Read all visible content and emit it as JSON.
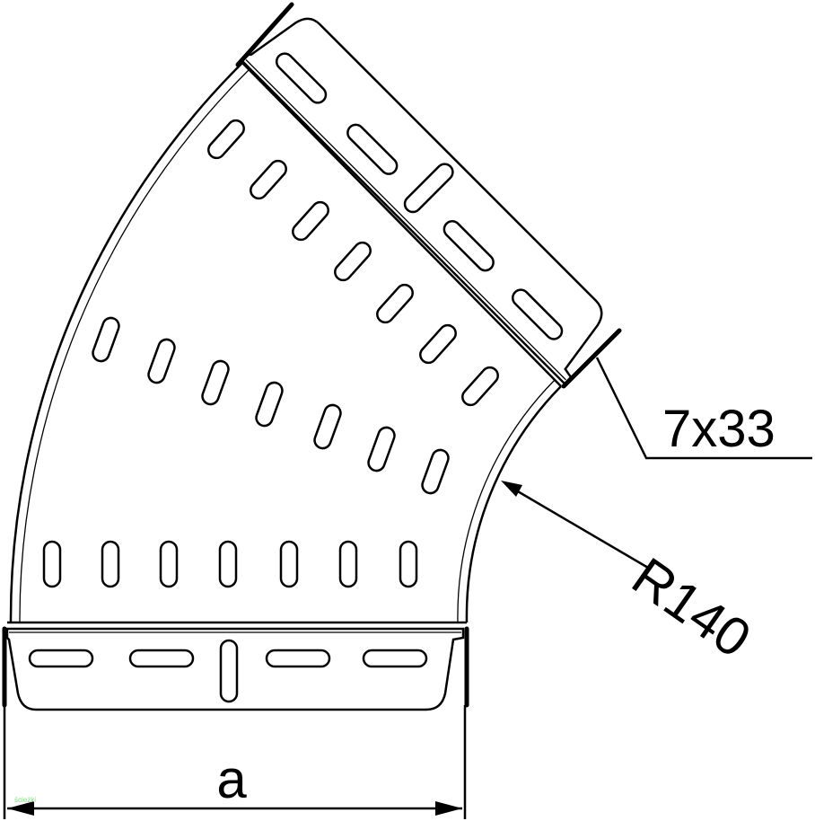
{
  "drawing": {
    "labels": {
      "slot_size": "7x33",
      "radius": "R140",
      "width_dimension": "a"
    },
    "watermark": "ścieżki"
  }
}
